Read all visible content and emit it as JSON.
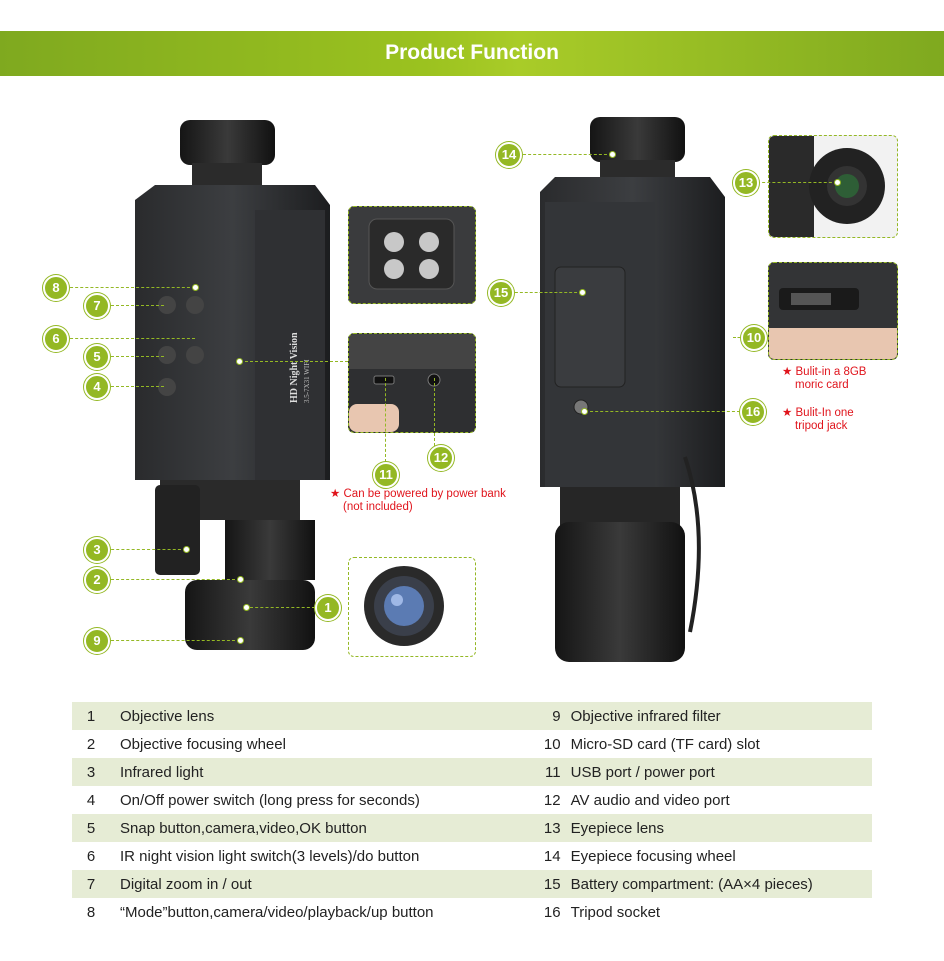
{
  "banner": {
    "title": "Product Function"
  },
  "colors": {
    "accent": "#94b824",
    "note": "#e0141c",
    "row_shade": "#e6ecd5"
  },
  "device_text": {
    "brand_line1": "HD Night Vision",
    "brand_line2": "3.5-7X31 WIFI"
  },
  "callouts": [
    "1",
    "2",
    "3",
    "4",
    "5",
    "6",
    "7",
    "8",
    "9",
    "10",
    "11",
    "12",
    "13",
    "14",
    "15",
    "16"
  ],
  "notes": {
    "power_bank_line1": "★ Can be powered by power bank",
    "power_bank_line2": "(not included)",
    "sd_line1": "★ Bulit-in a 8GB",
    "sd_line2": "moric card",
    "tripod_line1": "★ Bulit-In one",
    "tripod_line2": "tripod jack"
  },
  "functions": [
    {
      "left_no": "1",
      "left": "Objective lens",
      "right_no": "9",
      "right": "Objective infrared filter"
    },
    {
      "left_no": "2",
      "left": "Objective focusing wheel",
      "right_no": "10",
      "right": "Micro-SD card (TF card) slot"
    },
    {
      "left_no": "3",
      "left": "Infrared light",
      "right_no": "11",
      "right": "USB port / power port"
    },
    {
      "left_no": "4",
      "left": "On/Off power switch (long press for seconds)",
      "right_no": "12",
      "right": "AV audio and video port"
    },
    {
      "left_no": "5",
      "left": "Snap button,camera,video,OK button",
      "right_no": "13",
      "right": "Eyepiece lens"
    },
    {
      "left_no": "6",
      "left": "IR night vision light switch(3 levels)/do button",
      "right_no": "14",
      "right": "Eyepiece focusing wheel"
    },
    {
      "left_no": "7",
      "left": "Digital zoom in / out",
      "right_no": "15",
      "right": "Battery compartment: (AA×4 pieces)"
    },
    {
      "left_no": "8",
      "left": "“Mode”button,camera/video/playback/up button",
      "right_no": "16",
      "right": "Tripod socket"
    }
  ]
}
